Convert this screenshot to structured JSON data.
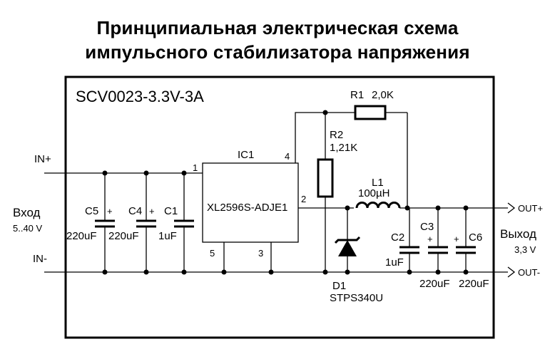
{
  "title": {
    "line1": "Принципиальная электрическая схема",
    "line2": "импульсного стабилизатора напряжения"
  },
  "board": {
    "name": "SCV0023-3.3V-3A"
  },
  "ic1": {
    "ref": "IC1",
    "part": "XL2596S-ADJE1",
    "pins": {
      "p1": "1",
      "p2": "2",
      "p3": "3",
      "p4": "4",
      "p5": "5"
    }
  },
  "components": {
    "r1": {
      "ref": "R1",
      "value": "2,0K"
    },
    "r2": {
      "ref": "R2",
      "value": "1,21K"
    },
    "l1": {
      "ref": "L1",
      "value": "100µH"
    },
    "d1": {
      "ref": "D1",
      "value": "STPS340U"
    },
    "c1": {
      "ref": "C1",
      "value": "1uF"
    },
    "c2": {
      "ref": "C2",
      "value": "1uF"
    },
    "c3": {
      "ref": "C3",
      "value": "220uF"
    },
    "c4": {
      "ref": "C4",
      "value": "220uF"
    },
    "c5": {
      "ref": "C5",
      "value": "220uF"
    },
    "c6": {
      "ref": "C6",
      "value": "220uF"
    }
  },
  "polarity": "+",
  "input": {
    "pos_label": "IN+",
    "neg_label": "IN-",
    "caption": "Вход",
    "range": "5..40 V"
  },
  "output": {
    "pos_label": "OUT+",
    "neg_label": "OUT-",
    "caption": "Выход",
    "voltage": "3,3 V"
  }
}
